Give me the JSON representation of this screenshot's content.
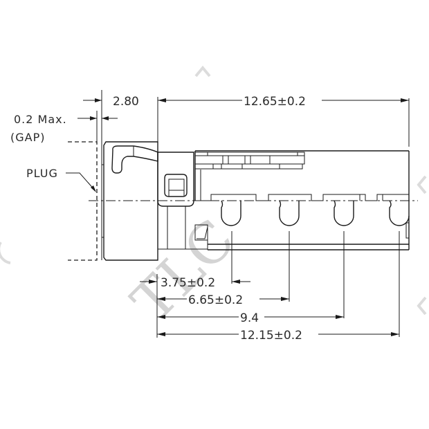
{
  "drawing": {
    "watermark": "TLC",
    "watermark_color": "#d4d4d4",
    "line_color": "#1a1a1a",
    "labels": {
      "plug": "PLUG",
      "gap_max": "0.2 Max.",
      "gap": "(GAP)"
    },
    "dimensions": {
      "plug_width": "2.80",
      "overall_length": "12.65±0.2",
      "pin1": "3.75±0.2",
      "pin2": "6.65±0.2",
      "pin3": "9.4",
      "body_length": "12.15±0.2"
    }
  }
}
